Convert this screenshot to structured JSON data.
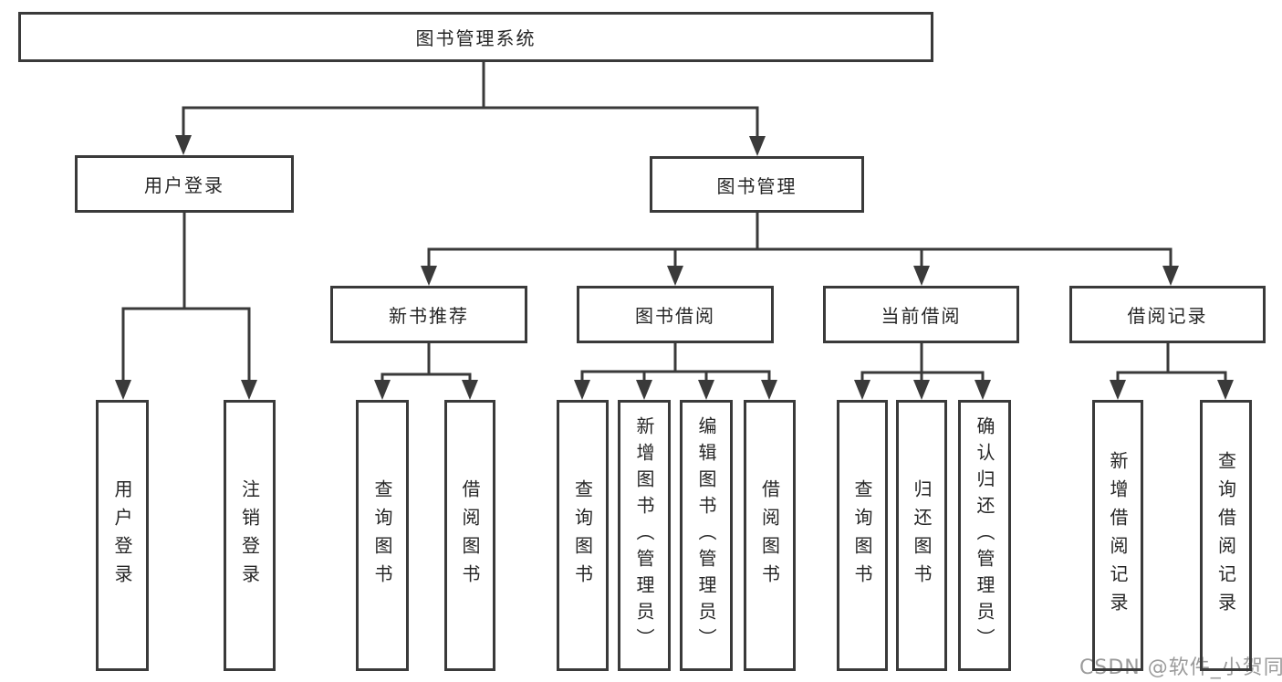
{
  "nodes": {
    "root": {
      "label": "图书管理系统"
    },
    "level2": {
      "user_login": {
        "label": "用户登录"
      },
      "book_mgmt": {
        "label": "图书管理"
      }
    },
    "level3": {
      "new_book_rec": {
        "label": "新书推荐"
      },
      "book_borrow": {
        "label": "图书借阅"
      },
      "current_borrow": {
        "label": "当前借阅"
      },
      "borrow_records": {
        "label": "借阅记录"
      }
    },
    "leaves": {
      "user_login": {
        "label": "用户登录"
      },
      "logout": {
        "label": "注销登录"
      },
      "rec_query_book": {
        "label": "查询图书"
      },
      "rec_borrow_book": {
        "label": "借阅图书"
      },
      "bor_query_book": {
        "label": "查询图书"
      },
      "bor_add_book": {
        "label": "新增图书（管理员）"
      },
      "bor_edit_book": {
        "label": "编辑图书（管理员）"
      },
      "bor_borrow_book": {
        "label": "借阅图书"
      },
      "cur_query_book": {
        "label": "查询图书"
      },
      "cur_return_book": {
        "label": "归还图书"
      },
      "cur_confirm_return": {
        "label": "确认归还（管理员）"
      },
      "rr_add_record": {
        "label": "新增借阅记录"
      },
      "rr_query_record": {
        "label": "查询借阅记录"
      }
    }
  },
  "watermark": {
    "text": "CSDN @软件_小贺同学"
  },
  "colors": {
    "line": "#3a3a3a",
    "text": "#262626",
    "watermark": "#9b9b9b",
    "background": "#ffffff"
  }
}
